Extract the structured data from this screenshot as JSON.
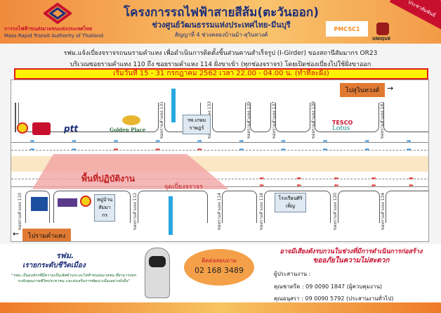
{
  "header": {
    "title": "โครงการรถไฟฟ้าสายสีส้ม(ตะวันออก)",
    "subtitle": "ช่วงศูนย์วัฒนธรรมแห่งประเทศไทย-มีนบุรี",
    "contract": "สัญญาที่ 4 ช่วงคลองบ้านม้า-สุวินทวงศ์",
    "org_th": "การรถไฟฟ้าขนส่งมวลชนแห่งประเทศไทย",
    "org_en": "Mass Rapid Transit Authority of Thailand",
    "partner1": "PMCSC1",
    "partner2": "UNIQUE",
    "corner": "ประชาสัมพันธ์"
  },
  "notice": {
    "line1": "รฟม.แจ้งเบี่ยงจราจรถนนรามคำแหง เพื่อดำเนินการติดตั้งชิ้นส่วนคานสำเร็จรูป (I-Girder) ของสถานีสัมมากร OR23",
    "line2": "บริเวณซอยรามคำแหง 110 ถึง ซอยรามคำแหง 114 ฝั่งขาเข้า (ทุกช่องจราจร) โดยเปิดช่องเบี่ยงไปใช้ฝั่งขาออก",
    "schedule": "เริ่มวันที่ 15 - 31 กรกฎาคม 2562 เวลา 22.00 - 04.00 น. (ทำทีละฝั่ง)"
  },
  "map": {
    "to_suwinthawong": "ไปสุวินทวงศ์",
    "to_ramkhamhaeng": "ไปรามคำแหง",
    "work_area": "พื้นที่ปฏิบัติงาน",
    "detour": "จุดเบี่ยงจราจร",
    "top_sois": [
      "ซอยรามคำแหง 131",
      "ซอยรามคำแหง 133",
      "ซอยรามคำแหง 135",
      "ซอยรามคำแหง 137",
      "ซอยรามคำแหง 139",
      "ซอยรามคำแหง 141"
    ],
    "bottom_sois": [
      "ซอยรามคำแหง 110",
      "ซอยรามคำแหง 112",
      "ซอยรามคำแหง 114",
      "ซอยรามคำแหง 118",
      "ซอยรามคำแหง 120",
      "ซอยรามคำแหง 124"
    ],
    "brands": [
      "ptt",
      "Golden Place",
      "TESCO",
      "Lotus"
    ],
    "places": [
      "รพ.เกษมราษฎร์",
      "หมู่บ้านสัมมากร",
      "โรงเรียนศิริเพ็ญ"
    ]
  },
  "footer": {
    "brand": "รฟม.",
    "slogan": "เรายกระดับชีวิตเมือง",
    "quote": "\"รฟม.เป็นองค์กรที่มีความเป็นเลิศด้านระบบไฟฟ้าขนส่งมวลชน ที่สามารถยกระดับคุณภาพชีวิตประชาชน และส่งเสริมการพัฒนาเมืองอย่างยั่งยืน\"",
    "contact_label": "ติดต่อสอบถาม",
    "phone": "02 168 3489",
    "apology1": "อาจมีเสียงดังรบกวนในช่วงที่มีการดำเนินการก่อสร้าง",
    "apology2": "ขออภัยในความไม่สะดวก",
    "coord_label": "ผู้ประสานงาน :",
    "coord1": "คุณชาตรีด : 09 0090 1847 (ผู้ควบคุมงาน)",
    "coord2": "คุณอนุสรา : 09 0090 5792 (ประสานงานทั่วไป)"
  }
}
